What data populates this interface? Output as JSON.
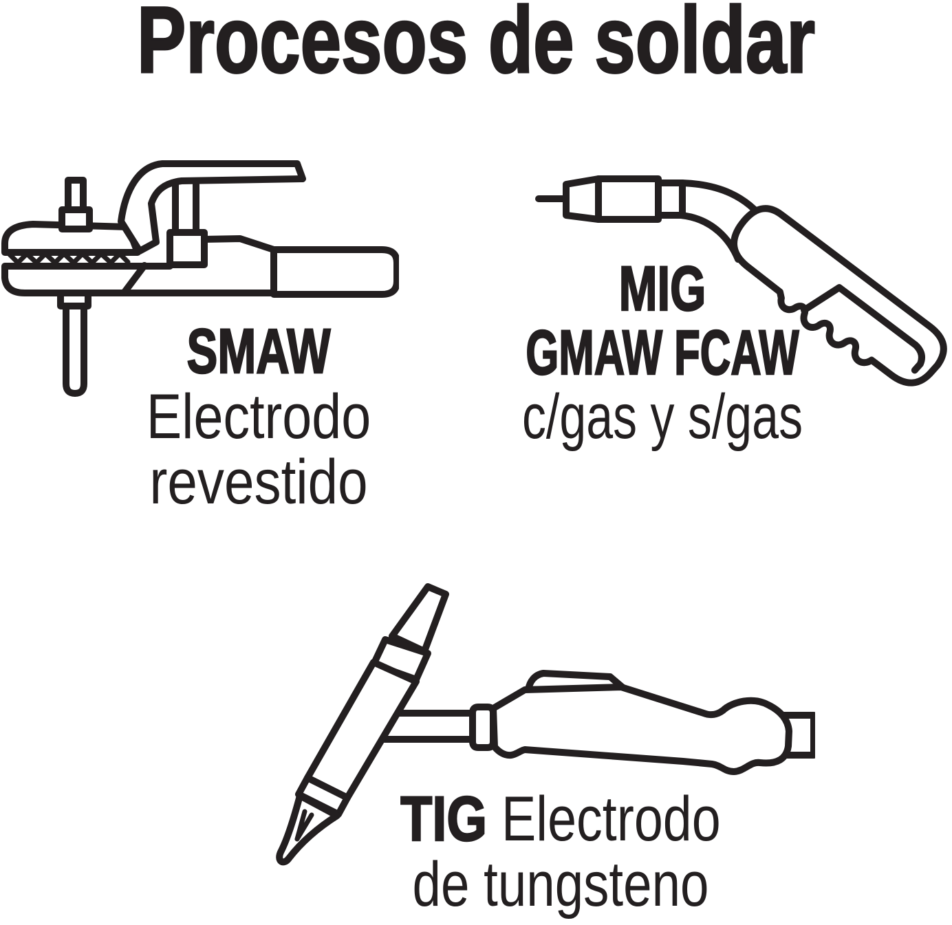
{
  "title": "Procesos de soldar",
  "colors": {
    "ink": "#231f20",
    "background": "#ffffff"
  },
  "processes": [
    {
      "code": "SMAW",
      "detail_line1": "Electrodo",
      "detail_line2": "revestido",
      "icon": "smaw-electrode-holder-icon"
    },
    {
      "code": "MIG",
      "code2": "GMAW FCAW",
      "detail_line1": "c/gas y s/gas",
      "icon": "mig-gun-icon"
    },
    {
      "code": "TIG",
      "detail_line1": "Electrodo",
      "detail_line2": "de tungsteno",
      "icon": "tig-torch-icon"
    }
  ]
}
